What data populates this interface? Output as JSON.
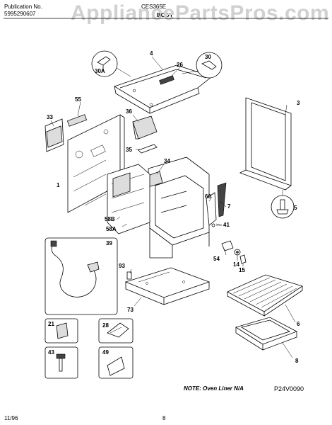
{
  "header": {
    "publication_label": "Publication No.",
    "publication_number": "5995290607",
    "model": "CES365E",
    "section": "BODY"
  },
  "watermark": "AppliancePartsPros.com",
  "parts": [
    "1",
    "3",
    "4",
    "5",
    "6",
    "7",
    "8",
    "14",
    "15",
    "21",
    "26",
    "28",
    "30",
    "30A",
    "33",
    "34",
    "35",
    "36",
    "39",
    "41",
    "43",
    "49",
    "54",
    "55",
    "58A",
    "58B",
    "60",
    "73",
    "93"
  ],
  "note": "NOTE: Oven Liner N/A",
  "diagram_code": "P24V0090",
  "footer": {
    "date": "11/96",
    "page": "8"
  }
}
